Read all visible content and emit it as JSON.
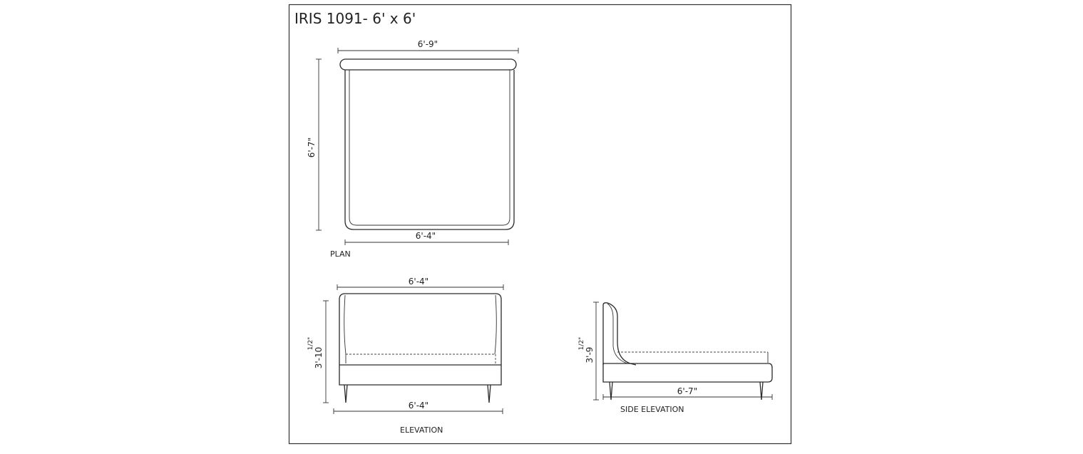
{
  "drawing": {
    "title": "IRIS 1091- 6' x 6'",
    "plan": {
      "label": "PLAN",
      "dim_top": "6'-9\"",
      "dim_bottom": "6'-4\"",
      "dim_left": "6'-7\""
    },
    "elevation": {
      "label": "ELEVATION",
      "dim_top": "6'-4\"",
      "dim_bottom": "6'-4\"",
      "dim_height": "3'-10",
      "dim_height_fraction": "1/2\""
    },
    "side_elevation": {
      "label": "SIDE ELEVATION",
      "dim_length": "6'-7\"",
      "dim_height": "3'-9",
      "dim_height_fraction": "1/2\""
    }
  }
}
